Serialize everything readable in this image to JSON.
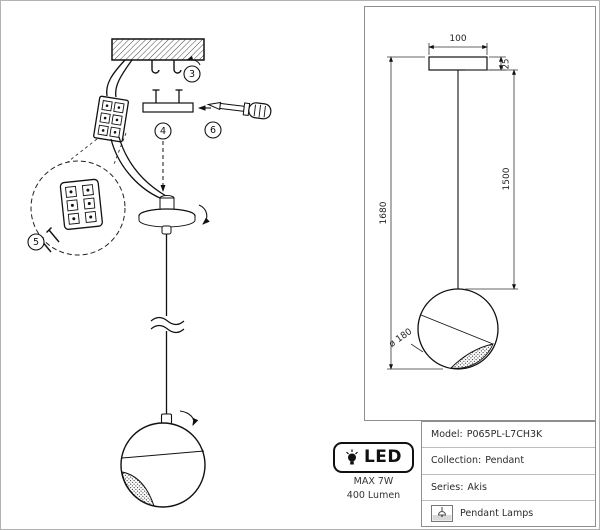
{
  "assembly": {
    "steps": [
      "3",
      "4",
      "5",
      "6"
    ]
  },
  "dimensions": {
    "canopy_width": "100",
    "canopy_height": "25",
    "suspension_length": "1500",
    "overall_height": "1680",
    "shade_diameter": "ø 180"
  },
  "badge": {
    "led": "LED",
    "max_power": "MAX 7W",
    "luminous_flux": "400 Lumen"
  },
  "info": {
    "rows": [
      {
        "label": "Model:",
        "value": "P065PL-L7CH3K"
      },
      {
        "label": "Collection:",
        "value": "Pendant"
      },
      {
        "label": "Series:",
        "value": "Akis"
      }
    ],
    "category": "Pendant Lamps"
  },
  "colors": {
    "line": "#1a1a1a",
    "frame": "#8f8f8f",
    "text": "#333333"
  }
}
